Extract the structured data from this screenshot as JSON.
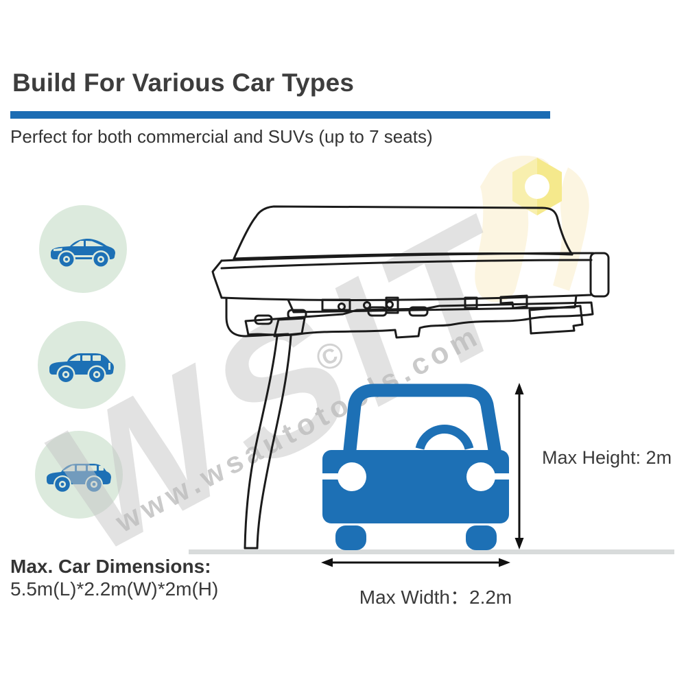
{
  "header": {
    "title": "Build For Various Car Types",
    "subtitle": "Perfect for both commercial and SUVs (up to 7 seats)"
  },
  "car_types": [
    {
      "id": "sedan",
      "icon": "sedan-car-icon"
    },
    {
      "id": "suv",
      "icon": "suv-car-icon"
    },
    {
      "id": "mpv",
      "icon": "mpv-car-icon"
    }
  ],
  "labels": {
    "max_height": "Max Height: 2m",
    "max_width": "Max Width：2.2m",
    "dims_title": "Max. Car Dimensions:",
    "dims_value": "5.5m(L)*2.2m(W)*2m(H)"
  },
  "watermark": {
    "brand": "WSIT",
    "url": "www.wsautotools.com",
    "copyright": "©"
  },
  "colors": {
    "accent_bar_blue": "#1b6cb3",
    "car_icon_blue": "#1d70b5",
    "badge_circle_green": "#dceadd",
    "title_text": "#3d3d3d",
    "line_art_stroke": "#1b1b1b",
    "ground_line_gray": "#d8dbdb",
    "watermark_gray": "#c6c6c6",
    "wrench_cream": "#fcf5e1",
    "wrench_nut_yellow": "#f8efae"
  }
}
